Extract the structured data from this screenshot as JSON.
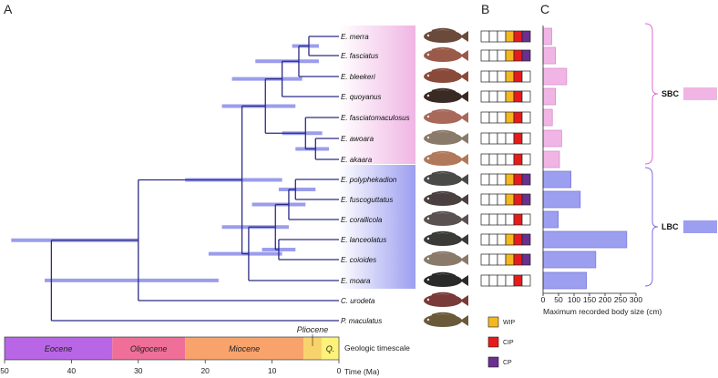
{
  "panels": {
    "a": "A",
    "b": "B",
    "c": "C"
  },
  "taxa": [
    {
      "name": "E. merra",
      "body_size_cm": 28,
      "wip": true,
      "cip": true,
      "cp": true,
      "clade": "SBC"
    },
    {
      "name": "E. fasciatus",
      "body_size_cm": 40,
      "wip": true,
      "cip": true,
      "cp": true,
      "clade": "SBC"
    },
    {
      "name": "E. bleekeri",
      "body_size_cm": 76,
      "wip": true,
      "cip": true,
      "cp": false,
      "clade": "SBC"
    },
    {
      "name": "E. quoyanus",
      "body_size_cm": 40,
      "wip": true,
      "cip": true,
      "cp": false,
      "clade": "SBC"
    },
    {
      "name": "E. fasciatomaculosus",
      "body_size_cm": 30,
      "wip": true,
      "cip": true,
      "cp": false,
      "clade": "SBC"
    },
    {
      "name": "E. awoara",
      "body_size_cm": 60,
      "wip": false,
      "cip": true,
      "cp": false,
      "clade": "SBC"
    },
    {
      "name": "E. akaara",
      "body_size_cm": 53,
      "wip": false,
      "cip": true,
      "cp": false,
      "clade": "SBC"
    },
    {
      "name": "E. polyphekadion",
      "body_size_cm": 90,
      "wip": true,
      "cip": true,
      "cp": true,
      "clade": "LBC"
    },
    {
      "name": "E. fuscoguttatus",
      "body_size_cm": 120,
      "wip": true,
      "cip": true,
      "cp": true,
      "clade": "LBC"
    },
    {
      "name": "E. corallicola",
      "body_size_cm": 49,
      "wip": false,
      "cip": true,
      "cp": false,
      "clade": "LBC"
    },
    {
      "name": "E. lanceolatus",
      "body_size_cm": 270,
      "wip": true,
      "cip": true,
      "cp": true,
      "clade": "LBC"
    },
    {
      "name": "E. coioides",
      "body_size_cm": 170,
      "wip": true,
      "cip": true,
      "cp": true,
      "clade": "LBC"
    },
    {
      "name": "E. moara",
      "body_size_cm": 140,
      "wip": false,
      "cip": true,
      "cp": false,
      "clade": "LBC"
    },
    {
      "name": "C. urodeta",
      "body_size_cm": null,
      "wip": false,
      "cip": false,
      "cp": false,
      "clade": ""
    },
    {
      "name": "P. maculatus",
      "body_size_cm": null,
      "wip": false,
      "cip": false,
      "cp": false,
      "clade": ""
    }
  ],
  "legend": [
    {
      "label": "WIP",
      "color": "#f4b81e"
    },
    {
      "label": "CIP",
      "color": "#e61c1c"
    },
    {
      "label": "CP",
      "color": "#6a2f8f"
    }
  ],
  "clades": [
    {
      "label": "SBC",
      "color": "#f0b5e4",
      "bracket_color": "#e36ad4"
    },
    {
      "label": "LBC",
      "color": "#9c9ef0",
      "bracket_color": "#7c6ee8"
    }
  ],
  "chart_data": {
    "type": "bar",
    "orientation": "horizontal",
    "categories": [
      "E. merra",
      "E. fasciatus",
      "E. bleekeri",
      "E. quoyanus",
      "E. fasciatomaculosus",
      "E. awoara",
      "E. akaara",
      "E. polyphekadion",
      "E. fuscoguttatus",
      "E. corallicola",
      "E. lanceolatus",
      "E. coioides",
      "E. moara"
    ],
    "values": [
      28,
      40,
      76,
      40,
      30,
      60,
      53,
      90,
      120,
      49,
      270,
      170,
      140
    ],
    "xlabel": "Maximum recorded body size (cm)",
    "xlim": [
      0,
      300
    ],
    "xticks": [
      "0",
      "50",
      "100",
      "150",
      "200",
      "250",
      "300"
    ]
  },
  "timescale": {
    "title": "Geologic timescale",
    "axis_title": "Time (Ma)",
    "ticks": [
      "50",
      "40",
      "30",
      "20",
      "10",
      "0"
    ],
    "periods": [
      {
        "name": "Eocene",
        "start_ma": 50,
        "end_ma": 33.9,
        "color": "#b866e6"
      },
      {
        "name": "Oligocene",
        "start_ma": 33.9,
        "end_ma": 23,
        "color": "#ef6f99"
      },
      {
        "name": "Miocene",
        "start_ma": 23,
        "end_ma": 5.3,
        "color": "#f8a36b"
      },
      {
        "name": "Pliocene",
        "start_ma": 5.3,
        "end_ma": 2.6,
        "color": "#f8d36b"
      },
      {
        "name": "Q.",
        "start_ma": 2.6,
        "end_ma": 0,
        "color": "#fdf27a"
      }
    ]
  }
}
